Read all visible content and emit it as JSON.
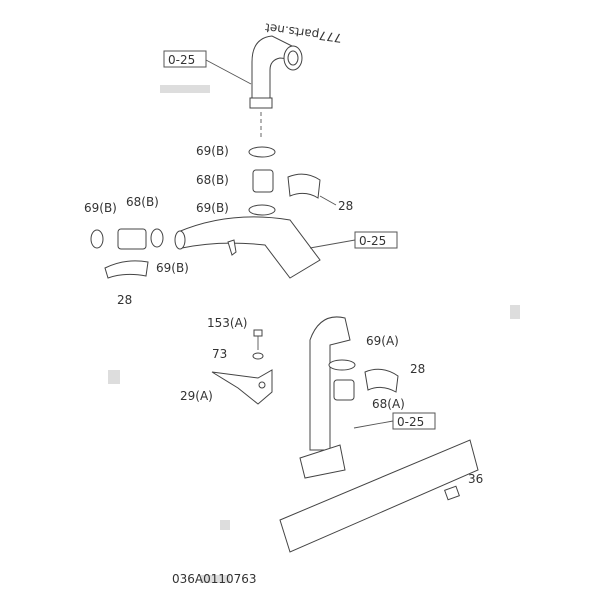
{
  "watermark": "777parts.net",
  "drawing_number": "036A0110763",
  "labels": {
    "ref_top": "0-25",
    "ref_mid": "0-25",
    "ref_low": "0-25",
    "clamp_69b_a": "69(B)",
    "hose_68b_a": "68(B)",
    "clamp_69b_b": "69(B)",
    "insulator_28_a": "28",
    "clamp_69b_c": "69(B)",
    "hose_68b_b": "68(B)",
    "clamp_69b_d": "69(B)",
    "insulator_28_b": "28",
    "bolt_153a": "153(A)",
    "washer_73": "73",
    "bracket_29a": "29(A)",
    "clamp_69a": "69(A)",
    "insulator_28_c": "28",
    "hose_68a": "68(A)",
    "clip_36": "36"
  }
}
